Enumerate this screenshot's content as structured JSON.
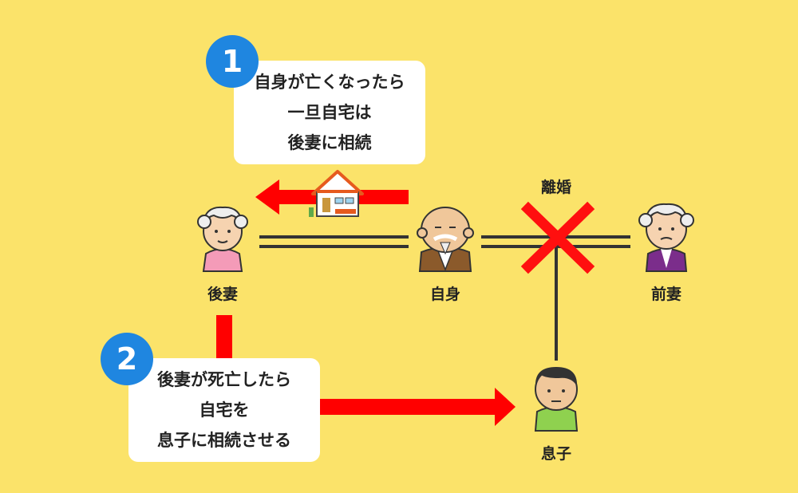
{
  "colors": {
    "background": "#fbe36a",
    "arrow": "#ff0000",
    "badge": "#1f86e0",
    "line": "#333333"
  },
  "step1": {
    "number": "1",
    "lines": [
      "自身が亡くなったら",
      "一旦自宅は",
      "後妻に相続"
    ]
  },
  "step2": {
    "number": "2",
    "lines": [
      "後妻が死亡したら",
      "自宅を",
      "息子に相続させる"
    ]
  },
  "people": {
    "second_wife": "後妻",
    "self": "自身",
    "former_wife": "前妻",
    "son": "息子"
  },
  "divorce_label": "離婚",
  "icons": {
    "house": "house-icon",
    "divorce_mark": "x-mark-icon"
  }
}
